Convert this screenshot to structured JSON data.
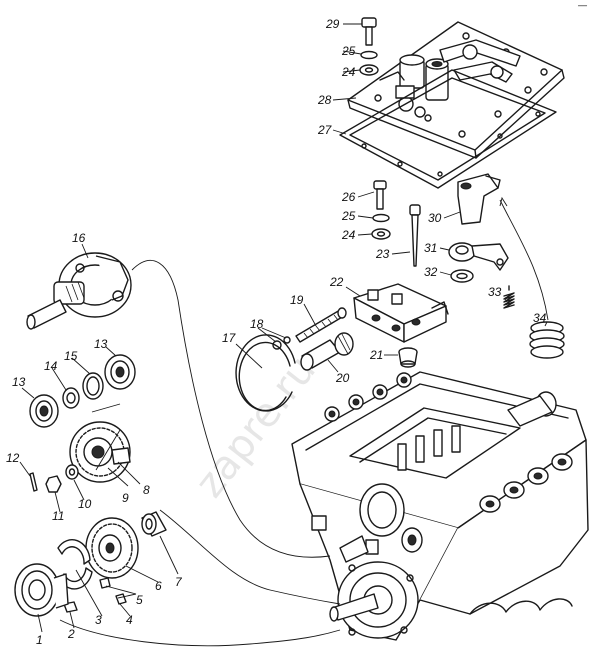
{
  "watermark": "zapre.ru",
  "corner_mark": "—",
  "labels": [
    "1",
    "2",
    "3",
    "4",
    "5",
    "6",
    "7",
    "8",
    "9",
    "10",
    "11",
    "12",
    "13",
    "13",
    "14",
    "15",
    "16",
    "17",
    "18",
    "19",
    "20",
    "21",
    "22",
    "23",
    "24",
    "24",
    "25",
    "25",
    "26",
    "27",
    "28",
    "29",
    "30",
    "31",
    "32",
    "33",
    "34"
  ]
}
